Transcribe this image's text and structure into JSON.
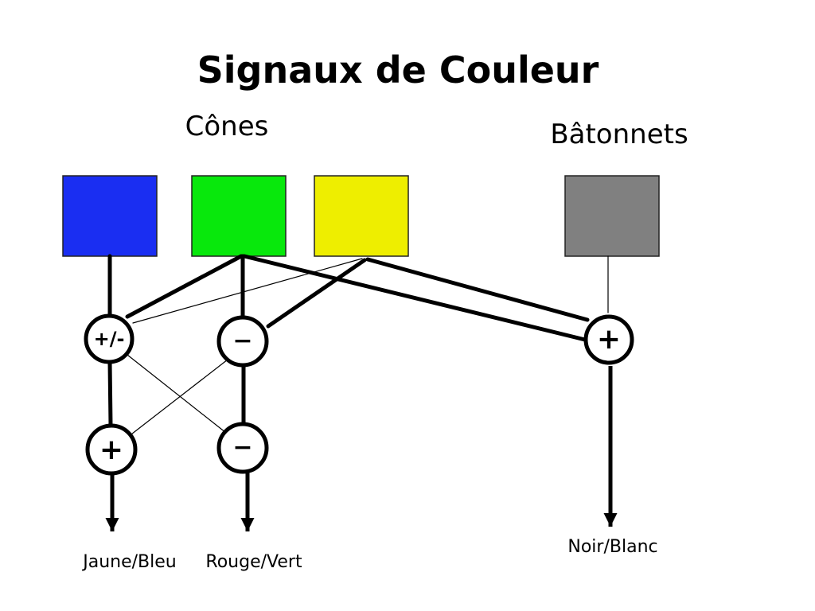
{
  "title": "Signaux de Couleur",
  "groups": {
    "cones": "Cônes",
    "rods": "Bâtonnets"
  },
  "receptors": [
    {
      "id": "blue-cone",
      "color": "#1a2ef2"
    },
    {
      "id": "green-cone",
      "color": "#08e80c"
    },
    {
      "id": "yellow-cone",
      "color": "#eeee00"
    },
    {
      "id": "rod",
      "color": "#808080"
    }
  ],
  "nodes": {
    "yellow_blue_mix": "+/-",
    "red_green_diff": "−",
    "noir_blanc_sum": "+",
    "yellow_blue_out": "+",
    "red_green_out": "−"
  },
  "outputs": {
    "yellow_blue": "Jaune/Bleu",
    "red_green": "Rouge/Vert",
    "black_white": "Noir/Blanc"
  }
}
